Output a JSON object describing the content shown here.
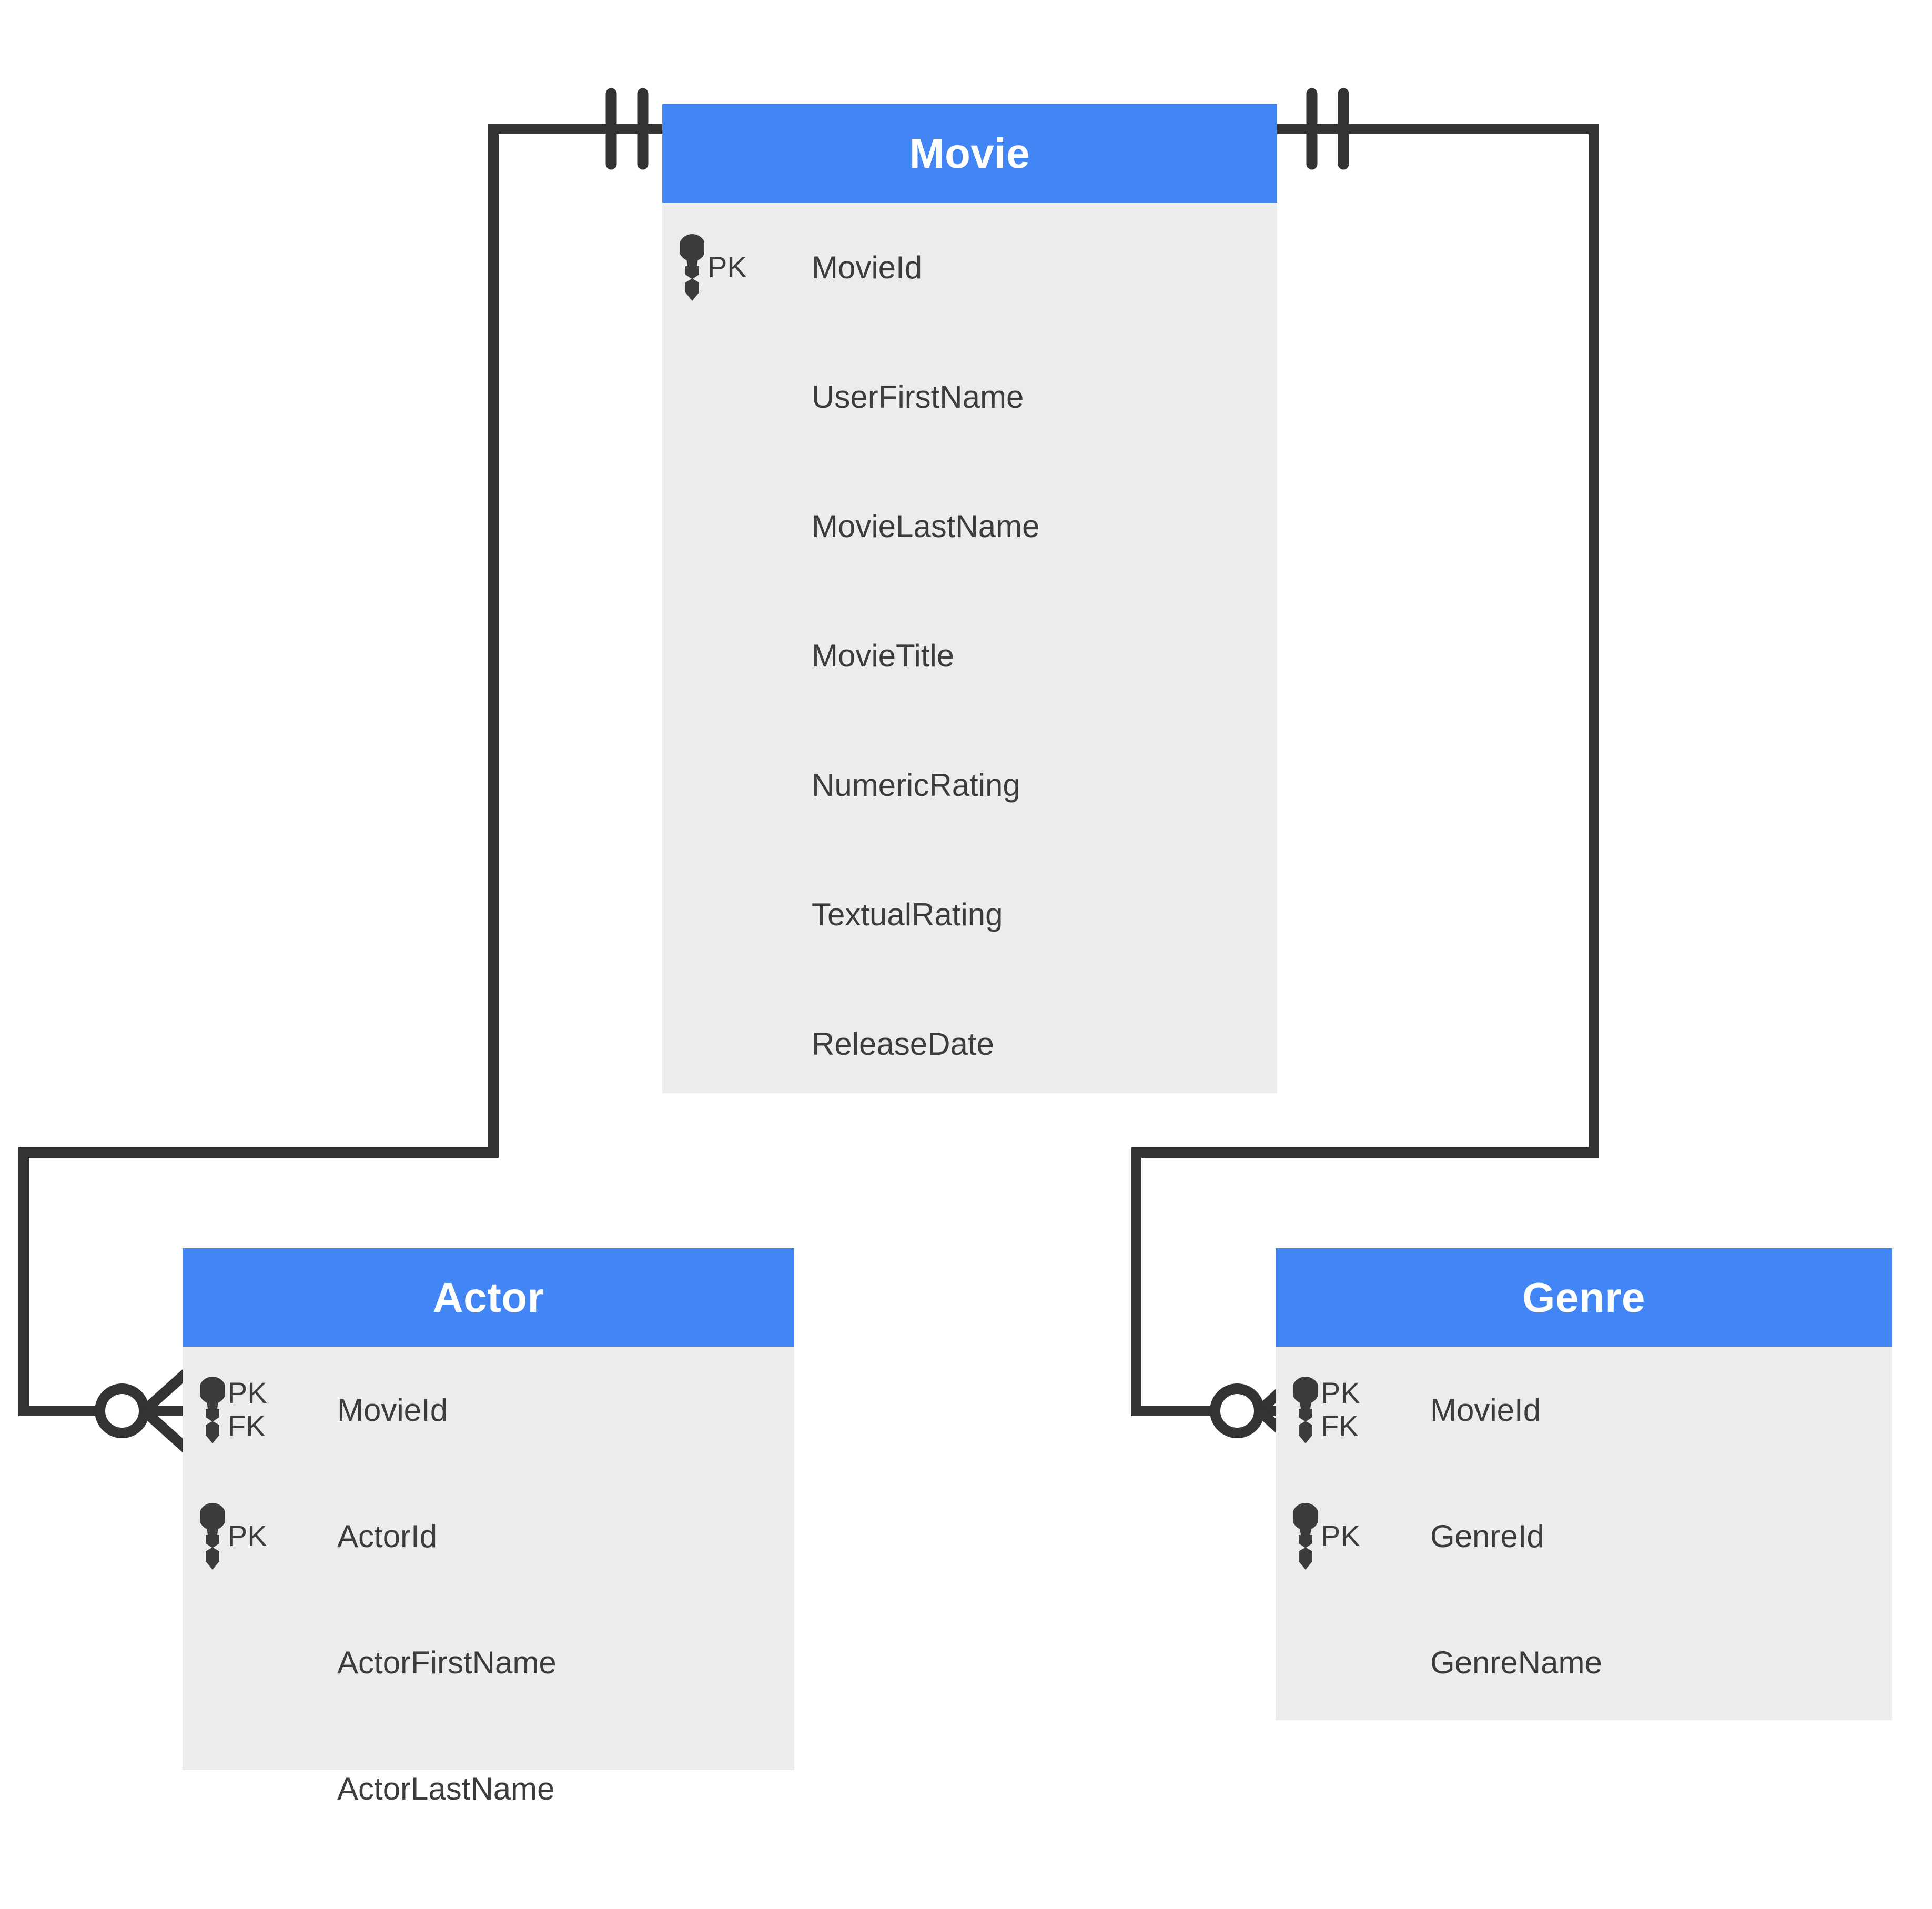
{
  "diagram": {
    "type": "entity-relationship-diagram",
    "notation": "crow's-foot",
    "colors": {
      "header": "#4285f4",
      "body": "#ececec",
      "text": "#3c3c3c",
      "header_text": "#ffffff",
      "connector": "#333333",
      "background": "#ffffff"
    }
  },
  "entities": {
    "movie": {
      "name": "Movie",
      "attributes": [
        {
          "keys": [
            "PK"
          ],
          "name": "MovieId",
          "icon": "key-icon"
        },
        {
          "keys": [],
          "name": "UserFirstName",
          "icon": null
        },
        {
          "keys": [],
          "name": "MovieLastName",
          "icon": null
        },
        {
          "keys": [],
          "name": "MovieTitle",
          "icon": null
        },
        {
          "keys": [],
          "name": "NumericRating",
          "icon": null
        },
        {
          "keys": [],
          "name": "TextualRating",
          "icon": null
        },
        {
          "keys": [],
          "name": "ReleaseDate",
          "icon": null
        }
      ]
    },
    "actor": {
      "name": "Actor",
      "attributes": [
        {
          "keys": [
            "PK",
            "FK"
          ],
          "name": "MovieId",
          "icon": "key-icon"
        },
        {
          "keys": [
            "PK"
          ],
          "name": "ActorId",
          "icon": "key-icon"
        },
        {
          "keys": [],
          "name": "ActorFirstName",
          "icon": null
        },
        {
          "keys": [],
          "name": "ActorLastName",
          "icon": null
        }
      ]
    },
    "genre": {
      "name": "Genre",
      "attributes": [
        {
          "keys": [
            "PK",
            "FK"
          ],
          "name": "MovieId",
          "icon": "key-icon"
        },
        {
          "keys": [
            "PK"
          ],
          "name": "GenreId",
          "icon": "key-icon"
        },
        {
          "keys": [],
          "name": "GenreName",
          "icon": null
        }
      ]
    }
  },
  "relationships": [
    {
      "id": "movie-actor",
      "from": "Movie",
      "to": "Actor",
      "from_cardinality": "exactly-one",
      "to_cardinality": "zero-or-many"
    },
    {
      "id": "movie-genre",
      "from": "Movie",
      "to": "Genre",
      "from_cardinality": "exactly-one",
      "to_cardinality": "zero-or-many"
    }
  ]
}
